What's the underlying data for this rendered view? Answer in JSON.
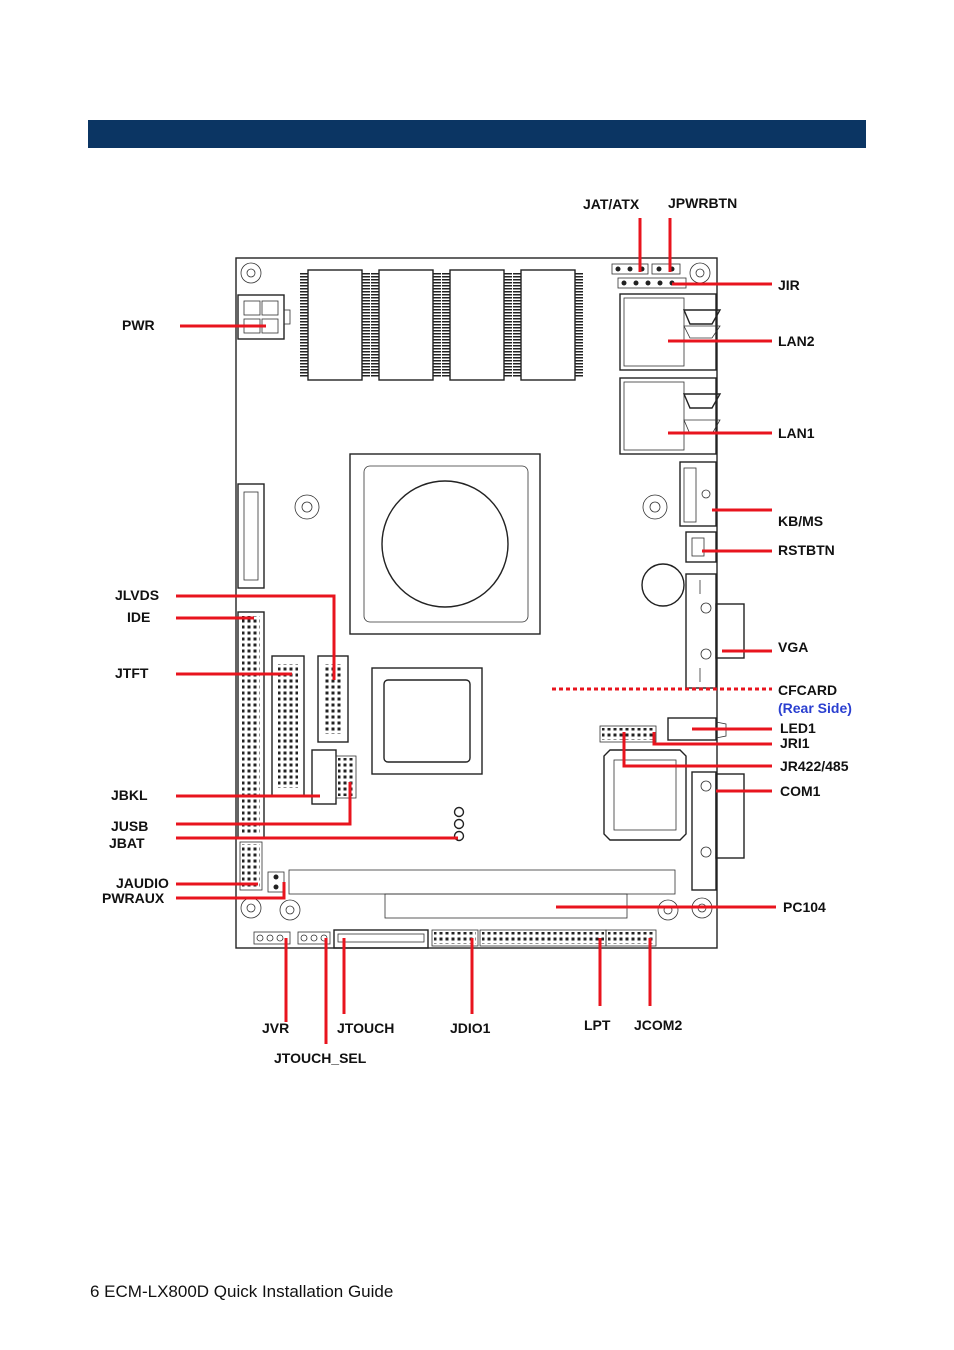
{
  "labels": {
    "jat_atx": "JAT/ATX",
    "jpwrbtn": "JPWRBTN",
    "jir": "JIR",
    "pwr": "PWR",
    "lan2": "LAN2",
    "lan1": "LAN1",
    "kb_ms": "KB/MS",
    "rstbtn": "RSTBTN",
    "jlvds": "JLVDS",
    "ide": "IDE",
    "vga": "VGA",
    "jtft": "JTFT",
    "cfcard": "CFCARD",
    "cfcard_note": "(Rear Side)",
    "led1": "LED1",
    "jri1": "JRI1",
    "jr422_485": "JR422/485",
    "jbkl": "JBKL",
    "com1": "COM1",
    "jusb": "JUSB",
    "jbat": "JBAT",
    "jaudio": "JAUDIO",
    "pwraux": "PWRAUX",
    "pc104": "PC104",
    "jvr": "JVR",
    "jtouch": "JTOUCH",
    "jdio1": "JDIO1",
    "lpt": "LPT",
    "jcom2": "JCOM2",
    "jtouch_sel": "JTOUCH_SEL"
  },
  "colors": {
    "header_bar": "#0b3563",
    "leader_lines": "#e8141e",
    "note_blue": "#2a3fd0"
  },
  "footer": {
    "text": "6 ECM-LX800D Quick Installation Guide"
  }
}
